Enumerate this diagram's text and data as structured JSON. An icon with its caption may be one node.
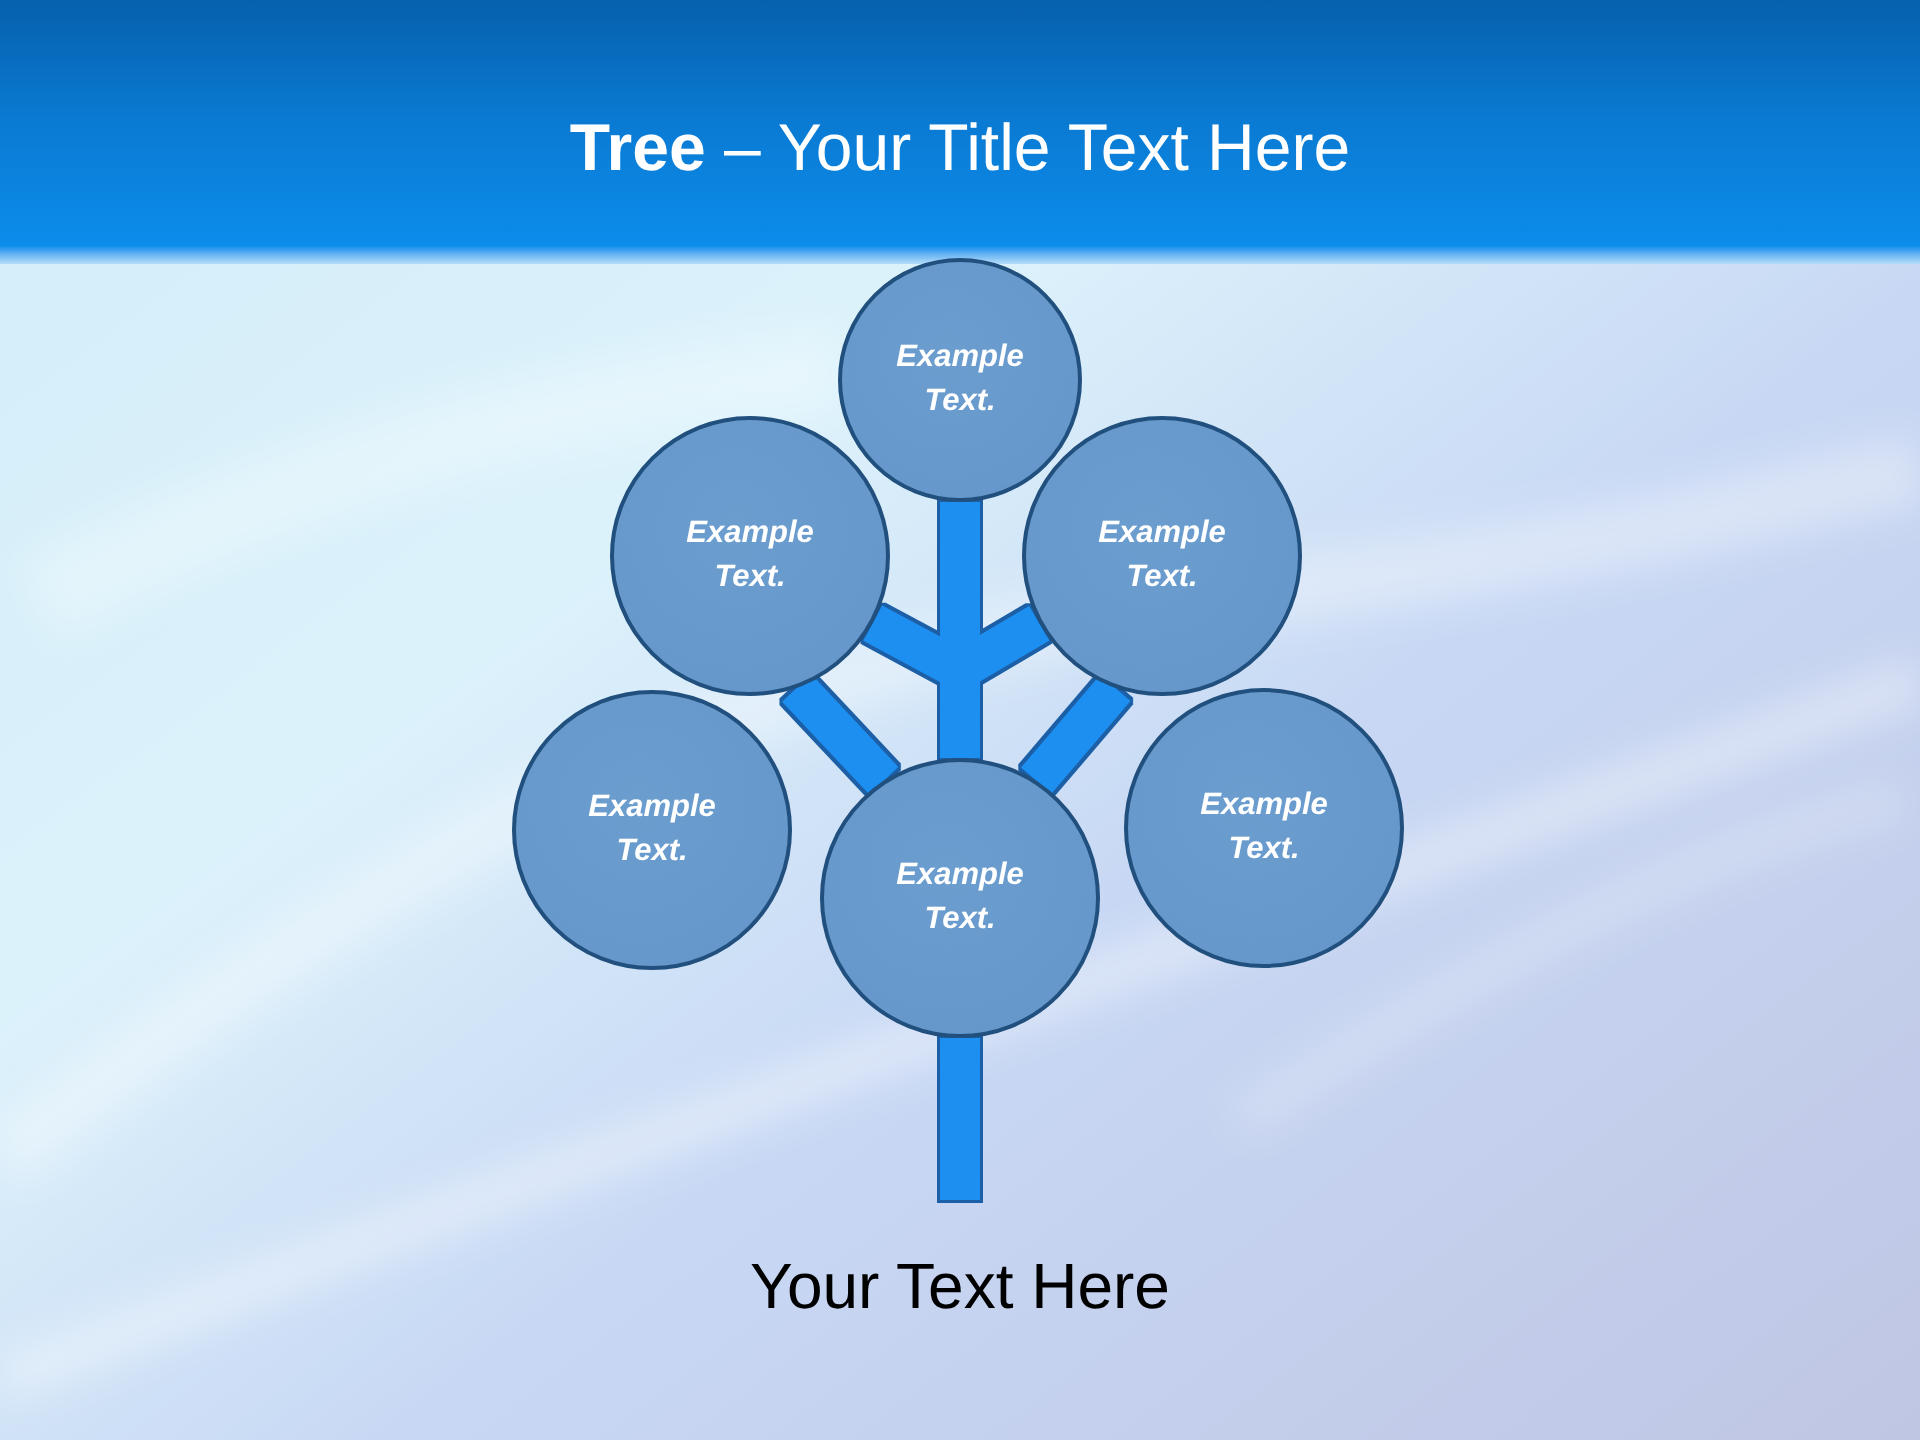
{
  "diagram": {
    "title": "**Tree** – Your Title Text Here",
    "nodes": [
      {
        "text": [
          "Example Text."
        ]
      },
      {
        "text": [
          "Example Text."
        ]
      },
      {
        "text": [
          "Example Text."
        ]
      },
      {
        "text": [
          "Example Text."
        ]
      },
      {
        "text": [
          "Example Text."
        ]
      },
      {
        "text": [
          "Example Text."
        ]
      }
    ],
    "edges": [
      {
        "from": null,
        "to": 4,
        "arrow": "none"
      },
      {
        "from": 4,
        "to": 0,
        "arrow": "none"
      },
      {
        "from": 4,
        "to": 1,
        "arrow": "none"
      },
      {
        "from": 4,
        "to": 2,
        "arrow": "none"
      },
      {
        "from": 4,
        "to": 1,
        "arrow": "none"
      },
      {
        "from": 4,
        "to": 2,
        "arrow": "none"
      }
    ],
    "labels": [
      "Your Text Here"
    ]
  }
}
